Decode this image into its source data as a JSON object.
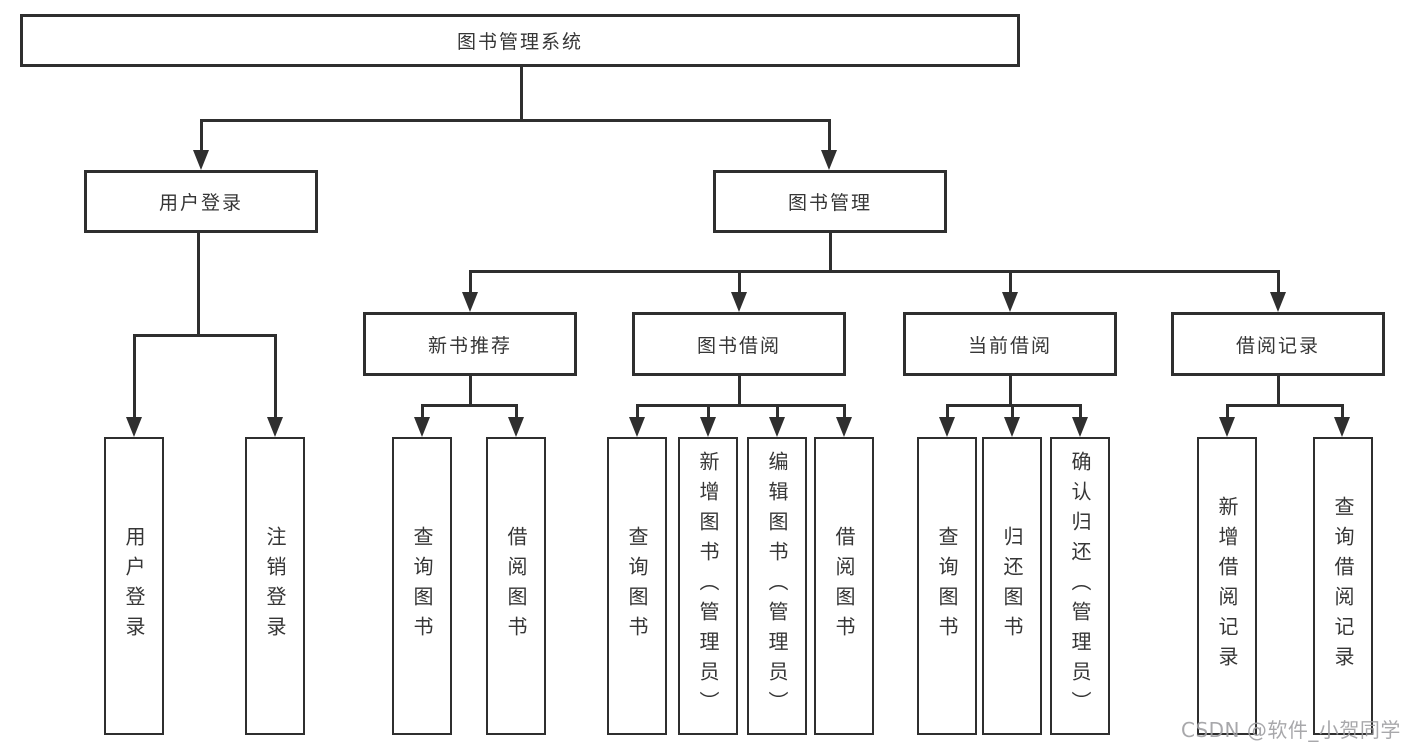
{
  "diagram": {
    "title_node": {
      "label": "图书管理系统"
    },
    "level2": [
      {
        "id": "user-login",
        "label": "用户登录",
        "parent": "图书管理系统"
      },
      {
        "id": "book-management",
        "label": "图书管理",
        "parent": "图书管理系统"
      }
    ],
    "level3": [
      {
        "id": "new-book-recommendation",
        "label": "新书推荐",
        "parent": "图书管理"
      },
      {
        "id": "book-borrowing",
        "label": "图书借阅",
        "parent": "图书管理"
      },
      {
        "id": "current-borrowing",
        "label": "当前借阅",
        "parent": "图书管理"
      },
      {
        "id": "borrowing-records",
        "label": "借阅记录",
        "parent": "图书管理"
      }
    ],
    "leaves": [
      {
        "id": "leaf-user-login",
        "label": "用户登录",
        "parent": "用户登录"
      },
      {
        "id": "leaf-logout",
        "label": "注销登录",
        "parent": "用户登录"
      },
      {
        "id": "leaf-query-books-1",
        "label": "查询图书",
        "parent": "新书推荐"
      },
      {
        "id": "leaf-borrow-books-1",
        "label": "借阅图书",
        "parent": "新书推荐"
      },
      {
        "id": "leaf-query-books-2",
        "label": "查询图书",
        "parent": "图书借阅"
      },
      {
        "id": "leaf-add-books-admin",
        "label": "新增图书（管理员）",
        "parent": "图书借阅"
      },
      {
        "id": "leaf-edit-books-admin",
        "label": "编辑图书（管理员）",
        "parent": "图书借阅"
      },
      {
        "id": "leaf-borrow-books-2",
        "label": "借阅图书",
        "parent": "图书借阅"
      },
      {
        "id": "leaf-query-books-3",
        "label": "查询图书",
        "parent": "当前借阅"
      },
      {
        "id": "leaf-return-books",
        "label": "归还图书",
        "parent": "当前借阅"
      },
      {
        "id": "leaf-confirm-return-admin",
        "label": "确认归还（管理员）",
        "parent": "当前借阅"
      },
      {
        "id": "leaf-add-borrow-record",
        "label": "新增借阅记录",
        "parent": "借阅记录"
      },
      {
        "id": "leaf-query-borrow-record",
        "label": "查询借阅记录",
        "parent": "借阅记录"
      }
    ],
    "watermark": "CSDN @软件_小贺同学",
    "colors": {
      "line": "#2f2f2f",
      "text": "#363636",
      "background": "#ffffff",
      "watermark": "#9e9ea2"
    }
  }
}
